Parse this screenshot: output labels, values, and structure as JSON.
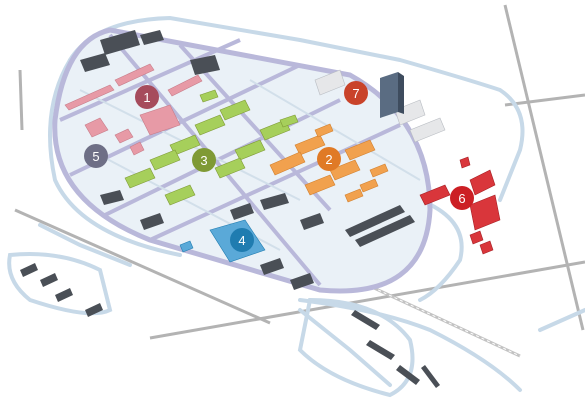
{
  "map": {
    "colors": {
      "road": "#c7d9e8",
      "road_dark": "#aab3be",
      "ring": "#b9b8da",
      "building_dark": "#4a4f56",
      "building_light": "#e6e7e9"
    },
    "zones": [
      {
        "label": "1",
        "color": "#a64b5c",
        "building_color": "#e79aa6"
      },
      {
        "label": "2",
        "color": "#e07a26",
        "building_color": "#f1a14e"
      },
      {
        "label": "3",
        "color": "#7f9a35",
        "building_color": "#a6cf5b"
      },
      {
        "label": "4",
        "color": "#1f7cb0",
        "building_color": "#5aa9d8"
      },
      {
        "label": "5",
        "color": "#6e6f86",
        "building_color": "#9fa0b6"
      },
      {
        "label": "6",
        "color": "#cc1f24",
        "building_color": "#d9363b"
      },
      {
        "label": "7",
        "color": "#c9432a",
        "building_color": "#d9dde2"
      }
    ]
  }
}
